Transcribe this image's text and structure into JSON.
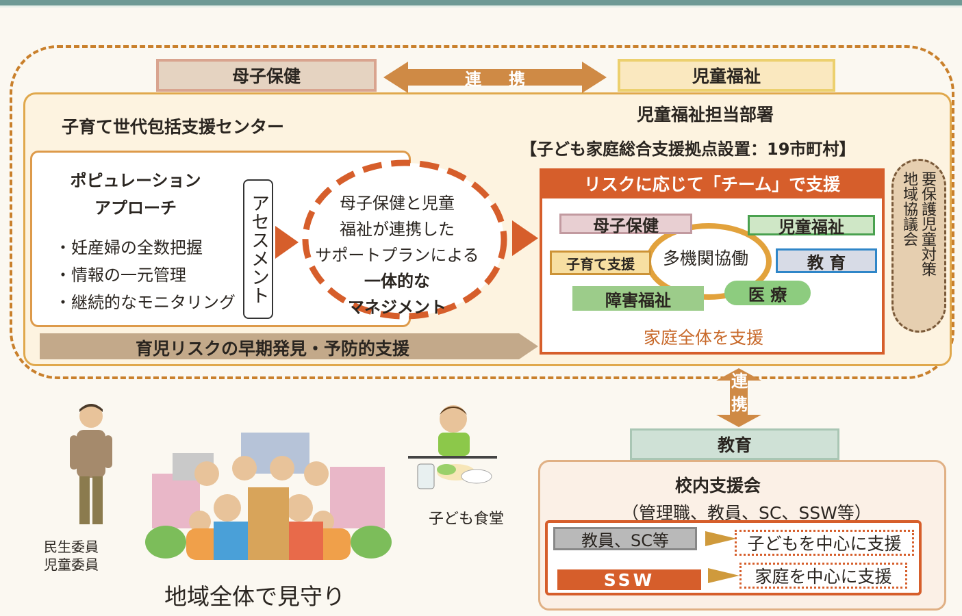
{
  "tabs": {
    "boshi_hoken": "母子保健",
    "jido_fukushi": "児童福祉",
    "renkei": "連携"
  },
  "center": {
    "title": "子育て世代包括支援センター",
    "population_approach": [
      "ポピュレーション",
      "アプローチ"
    ],
    "bullets": [
      "・妊産婦の全数把握",
      "・情報の一元管理",
      "・継続的なモニタリング"
    ],
    "assessment": "アセスメント",
    "oval_lines": [
      "母子保健と児童",
      "福祉が連携した",
      "サポートプランによる"
    ],
    "oval_bold_lines": [
      "一体的な",
      "マネジメント"
    ],
    "bottom_bar": "育児リスクの早期発見・予防的支援"
  },
  "jido": {
    "department": "児童福祉担当部署",
    "kyoten": "【子ども家庭総合支援拠点設置：19市町村】",
    "risk_header": "リスクに応じて「チーム」で支援",
    "boshi_hoken": "母子保健",
    "jido_fukushi": "児童福祉",
    "kosodate_shien": "子育て支援",
    "takikan": "多機関協働",
    "kyoiku": "教 育",
    "shogai_fukushi": "障害福祉",
    "iryo": "医 療",
    "kazoku": "家庭全体を支援",
    "yoho": [
      "要保護児童対策",
      "地域協議会"
    ]
  },
  "education": {
    "renkei": [
      "連",
      "携"
    ],
    "tab": "教育",
    "konai": "校内支援会",
    "members": "（管理職、教員、SC、SSW等）",
    "kyoin": "教員、SC等",
    "ssw": "SSW",
    "kodomo_center": "子どもを中心に支援",
    "katei_center": "家庭を中心に支援"
  },
  "community": {
    "minsei": [
      "民生委員",
      "児童委員"
    ],
    "watch": "地域全体で見守り",
    "shokudo": "子ども食堂"
  },
  "colors": {
    "accent_orange": "#c9802c",
    "risk_red": "#d65e2b",
    "bar_brown": "#c3a98a"
  },
  "icons": [
    "person-icon",
    "community-group-icon",
    "child-eating-icon"
  ]
}
